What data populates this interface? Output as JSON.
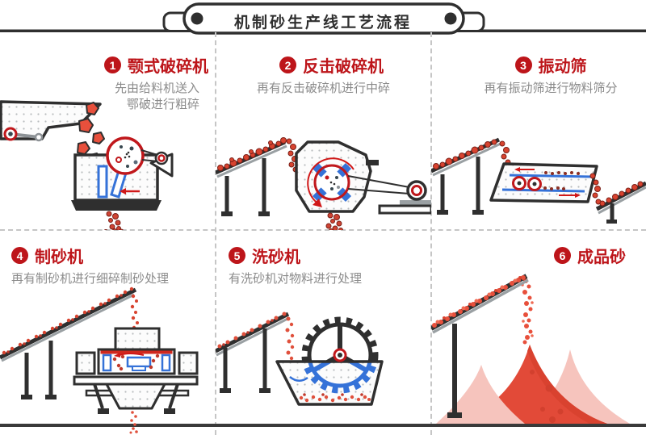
{
  "header": {
    "title": "机制砂生产线工艺流程"
  },
  "panels": [
    {
      "number": "1",
      "name": "颚式破碎机",
      "desc": "先由给料机送入\n鄂破进行粗碎"
    },
    {
      "number": "2",
      "name": "反击破碎机",
      "desc": "再有反击破碎机进行中碎"
    },
    {
      "number": "3",
      "name": "振动筛",
      "desc": "再有振动筛进行物料筛分"
    },
    {
      "number": "4",
      "name": "制砂机",
      "desc": "再有制砂机进行细碎制砂处理"
    },
    {
      "number": "5",
      "name": "洗砂机",
      "desc": "有洗砂机对物料进行处理"
    },
    {
      "number": "6",
      "name": "成品砂",
      "desc": ""
    }
  ],
  "colors": {
    "accent_red": "#bd151a",
    "machine_red": "#c0181c",
    "arrow_red": "#d01818",
    "rock_orange": "#e8503c",
    "crushed_red": "#cf4433",
    "blue_part": "#3572d8",
    "outline_dark": "#2f2f2f",
    "desc_gray": "#8b8b8b",
    "pile_pink": "#f6c4bd",
    "pile_red": "#e24a38"
  }
}
